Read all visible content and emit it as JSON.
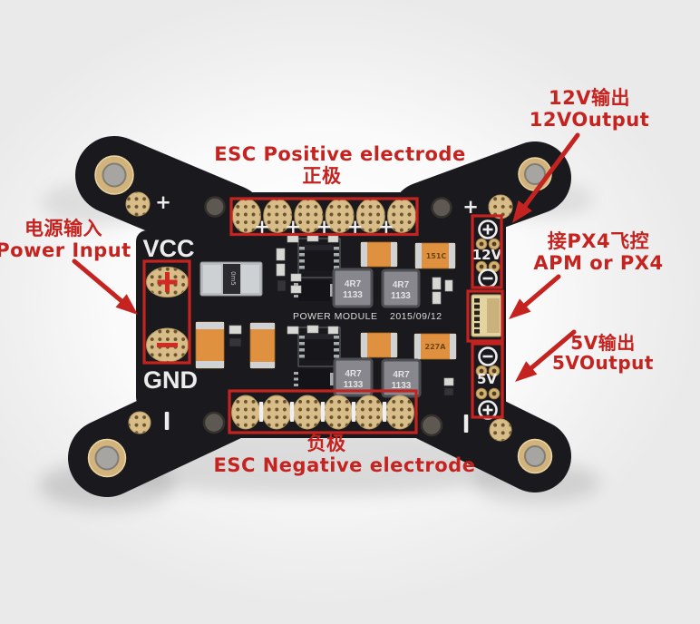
{
  "annotations": {
    "esc_positive": {
      "line1": "ESC Positive electrode",
      "line2": "正极"
    },
    "esc_negative": {
      "line1": "负极",
      "line2": "ESC Negative electrode"
    },
    "power_input": {
      "line1": "电源输入",
      "line2": "Power Input"
    },
    "output_12v": {
      "line1": "12V输出",
      "line2": "12VOutput"
    },
    "px4": {
      "line1": "接PX4飞控",
      "line2": "APM or PX4"
    },
    "output_5v": {
      "line1": "5V输出",
      "line2": "5VOutput"
    }
  },
  "board": {
    "silk": {
      "vcc": "VCC",
      "gnd": "GND",
      "rail12": "12V",
      "rail5": "5V",
      "title": "POWER MODULE",
      "date": "2015/09/12",
      "plus": "+",
      "minus": "−"
    },
    "components": {
      "inductor_value": "4R7",
      "inductor_lot": "1133",
      "cap_top_right": "151C",
      "cap_bottom_right": "227A",
      "shunt": "0m5"
    }
  },
  "colors": {
    "annotation_red": "#c5231f",
    "board_black": "#1a191d",
    "pad_gold": "#d8bd89",
    "silk_white": "#ededed",
    "cap_orange": "#e09140",
    "inductor_gray": "#87878d",
    "connector_cream": "#e4d4a2"
  }
}
